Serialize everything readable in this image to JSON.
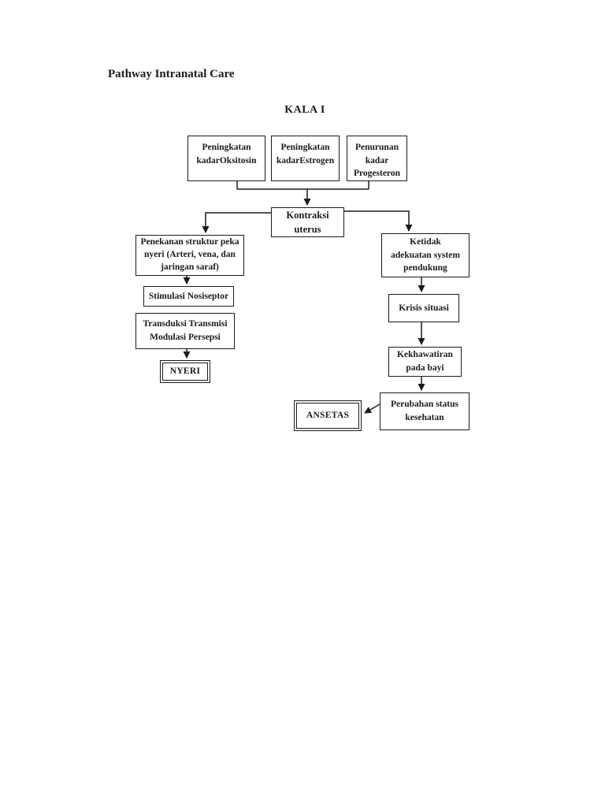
{
  "document": {
    "title": "Pathway Intranatal Care",
    "section_heading": "KALA I"
  },
  "flowchart": {
    "nodes": {
      "oksitosin": "Peningkatan\nkadarOksitosin",
      "estrogen": "Peningkatan\nkadarEstrogen",
      "progesteron": "Penurunan\nkadar\nProgesteron",
      "kontraksi": "Kontraksi\nuterus",
      "penekanan": "Penekanan struktur peka\nnyeri (Arteri, vena, dan\njaringan saraf)",
      "stimulasi": "Stimulasi Nosiseptor",
      "transduksi": "Transduksi Transmisi\nModulasi Persepsi",
      "nyeri": "NYERI",
      "ketidak": "Ketidak\nadekuatan system\npendukung",
      "krisis": "Krisis situasi",
      "kekhawatiran": "Kekhawatiran\npada bayi",
      "perubahan": "Perubahan status\nkesehatan",
      "ansetas": "ANSETAS"
    },
    "edges": [
      {
        "from": "oksitosin",
        "to": "kontraksi"
      },
      {
        "from": "estrogen",
        "to": "kontraksi"
      },
      {
        "from": "progesteron",
        "to": "kontraksi"
      },
      {
        "from": "kontraksi",
        "to": "penekanan"
      },
      {
        "from": "kontraksi",
        "to": "ketidak"
      },
      {
        "from": "penekanan",
        "to": "stimulasi"
      },
      {
        "from": "transduksi",
        "to": "nyeri"
      },
      {
        "from": "ketidak",
        "to": "krisis"
      },
      {
        "from": "krisis",
        "to": "kekhawatiran"
      },
      {
        "from": "kekhawatiran",
        "to": "perubahan"
      },
      {
        "from": "perubahan",
        "to": "ansetas"
      }
    ]
  }
}
